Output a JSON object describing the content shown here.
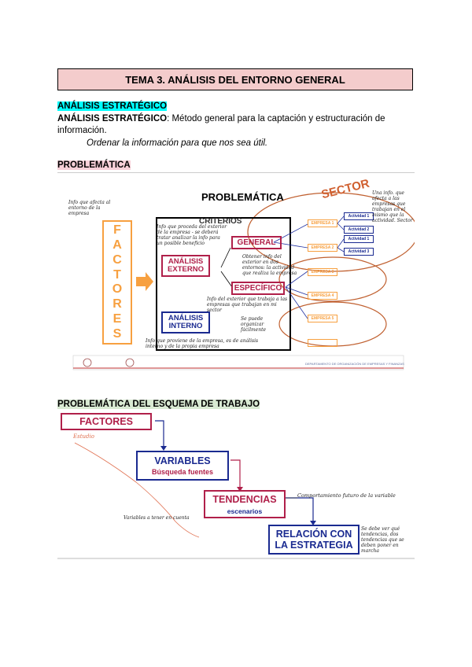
{
  "header": {
    "title": "TEMA 3. ANÁLISIS DEL ENTORNO GENERAL"
  },
  "section1": {
    "heading": "ANÁLISIS ESTRATÉGICO",
    "term": "ANÁLISIS ESTRATÉGICO",
    "definition": ": Método general para la captación y estructuración de información.",
    "note": "Ordenar la información para que nos sea útil."
  },
  "section2": {
    "heading": "PROBLEMÁTICA",
    "slide": {
      "title": "PROBLEMÁTICA",
      "sector": "SECTOR",
      "criterios": "CRITERIOS",
      "factores_letters": [
        "F",
        "A",
        "C",
        "T",
        "O",
        "R",
        "E",
        "S"
      ],
      "analisis_externo": "ANÁLISIS EXTERNO",
      "analisis_interno": "ANÁLISIS INTERNO",
      "general": "GENERAL",
      "especifico": "ESPECÍFICO",
      "empresas": [
        "EMPRESA 1",
        "EMPRESA 2",
        "EMPRESA 3",
        "EMPRESA 4",
        "EMPRESA 5"
      ],
      "actividades": [
        "Actividad 1",
        "Actividad 2",
        "Actividad 1",
        "Actividad 3"
      ],
      "footer": "DEPARTAMENTO DE ORGANIZACIÓN DE EMPRESAS Y FINANZAS",
      "notes": {
        "left": "Info que afecta al entorno de la empresa",
        "top": "Info que proceda del exterior de la empresa - se deberá tratar analizar la info para un posible beneficio",
        "sector": "Una info. que afecta a las empresas que trabajan en el mismo que la actividad. Sector",
        "mid": "Obtener info del exterior en dos entornos: la actividad que realiza la empresa",
        "esp": "Info del exterior que trabaja a las empresas que trabajan en mi sector",
        "interno": "Se puede organizar fácilmente",
        "bottom": "Info que proviene de la empresa, es de análisis interno y de la propia empresa"
      }
    }
  },
  "section3": {
    "heading": "PROBLEMÁTICA DEL ESQUEMA DE TRABAJO",
    "slide": {
      "factores": "FACTORES",
      "variables": "VARIABLES",
      "busqueda": "Búsqueda fuentes",
      "tendencias": "TENDENCIAS",
      "escenarios": "escenarios",
      "relacion": "RELACIÓN CON LA ESTRATEGIA",
      "notes": {
        "factores": "Estudio",
        "variables": "Variables a tener en cuenta",
        "tendencias": "Comportamiento futuro de la variable",
        "relacion": "Se debe ver qué tendencias, dos tendencias que se deben poner en marcha"
      }
    }
  }
}
